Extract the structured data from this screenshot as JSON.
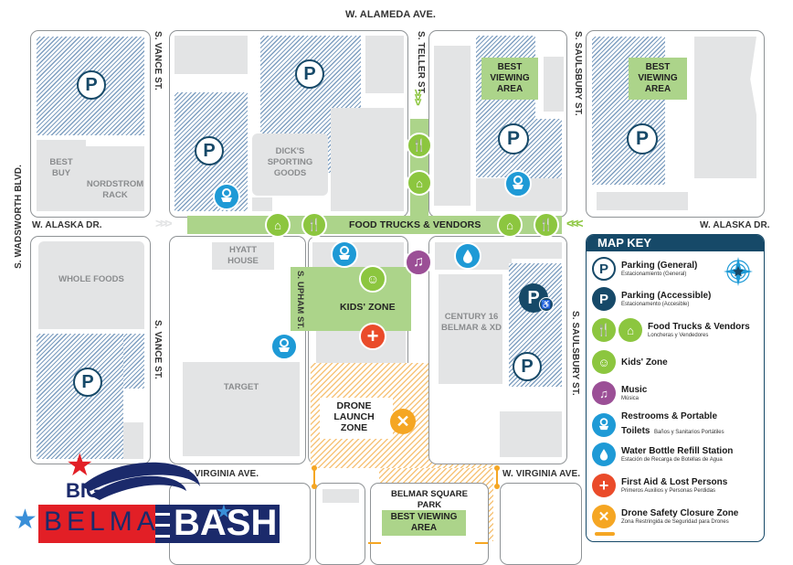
{
  "streets": {
    "alameda": "W. ALAMEDA AVE.",
    "vance_north": "S. VANCE ST.",
    "vance_south": "S. VANCE ST.",
    "teller": "S. TELLER ST.",
    "saulsbury_north": "S. SAULSBURY ST.",
    "saulsbury_south": "S. SAULSBURY ST.",
    "wadsworth": "S. WADSWORTH BLVD.",
    "alaska_west": "W. ALASKA DR.",
    "alaska_east": "W. ALASKA DR.",
    "upham": "S. UPHAM ST.",
    "virginia_west": "W. VIRGINIA AVE.",
    "virginia_east": "W. VIRGINIA AVE."
  },
  "buildings": {
    "best_buy": "BEST\nBUY",
    "nordstrom": "NORDSTROM\nRACK",
    "dicks": "DICK'S\nSPORTING\nGOODS",
    "hyatt": "HYATT\nHOUSE",
    "whole_foods": "WHOLE FOODS",
    "target": "TARGET",
    "century": "CENTURY 16\nBELMAR & XD",
    "belmar_square": "BELMAR SQUARE\nPARK"
  },
  "zones": {
    "food_trucks": "FOOD TRUCKS & VENDORS",
    "kids_zone": "KIDS' ZONE",
    "drone_launch": "DRONE\nLAUNCH\nZONE",
    "best_viewing_1": "BEST\nVIEWING\nAREA",
    "best_viewing_2": "BEST\nVIEWING\nAREA",
    "best_viewing_3": "BEST VIEWING\nAREA"
  },
  "icons": {
    "parking": "P",
    "first_aid": "+",
    "drone": "✕",
    "music": "♫"
  },
  "map_key": {
    "title": "MAP KEY",
    "items": [
      {
        "title": "Parking (General)",
        "subtitle": "Estacionamiento (General)"
      },
      {
        "title": "Parking (Accessible)",
        "subtitle": "Estacionamento (Accesible)"
      },
      {
        "title": "Food Trucks & Vendors",
        "subtitle": "Loncheras y Vendedores"
      },
      {
        "title": "Kids' Zone",
        "subtitle": ""
      },
      {
        "title": "Music",
        "subtitle": "Música"
      },
      {
        "title": "Restrooms & Portable",
        "title2": "Toilets",
        "subtitle": "Baños y Sanitarios Portátiles"
      },
      {
        "title": "Water Bottle Refill Station",
        "subtitle": "Estación de Recarga de Botellas de Agua"
      },
      {
        "title": "First Aid & Lost Persons",
        "subtitle": "Primeros Auxilios y Personas Perdidas"
      },
      {
        "title": "Drone Safety Closure Zone",
        "subtitle": "Zona Restringida de Seguridad para Drones"
      }
    ],
    "compass": {
      "n": "N",
      "s": "S",
      "e": "E",
      "w": "W"
    }
  },
  "logo": {
    "big": "BIG",
    "belmar": "BELMAR",
    "bash": "BASH"
  },
  "colors": {
    "navy": "#164968",
    "green": "#8cc63f",
    "light_green": "#acd48a",
    "blue": "#1e9ad6",
    "purple": "#9b4f96",
    "red_orange": "#ea4b2a",
    "orange": "#f5a623",
    "logo_red": "#e21f26",
    "logo_navy": "#1b2a6b"
  }
}
